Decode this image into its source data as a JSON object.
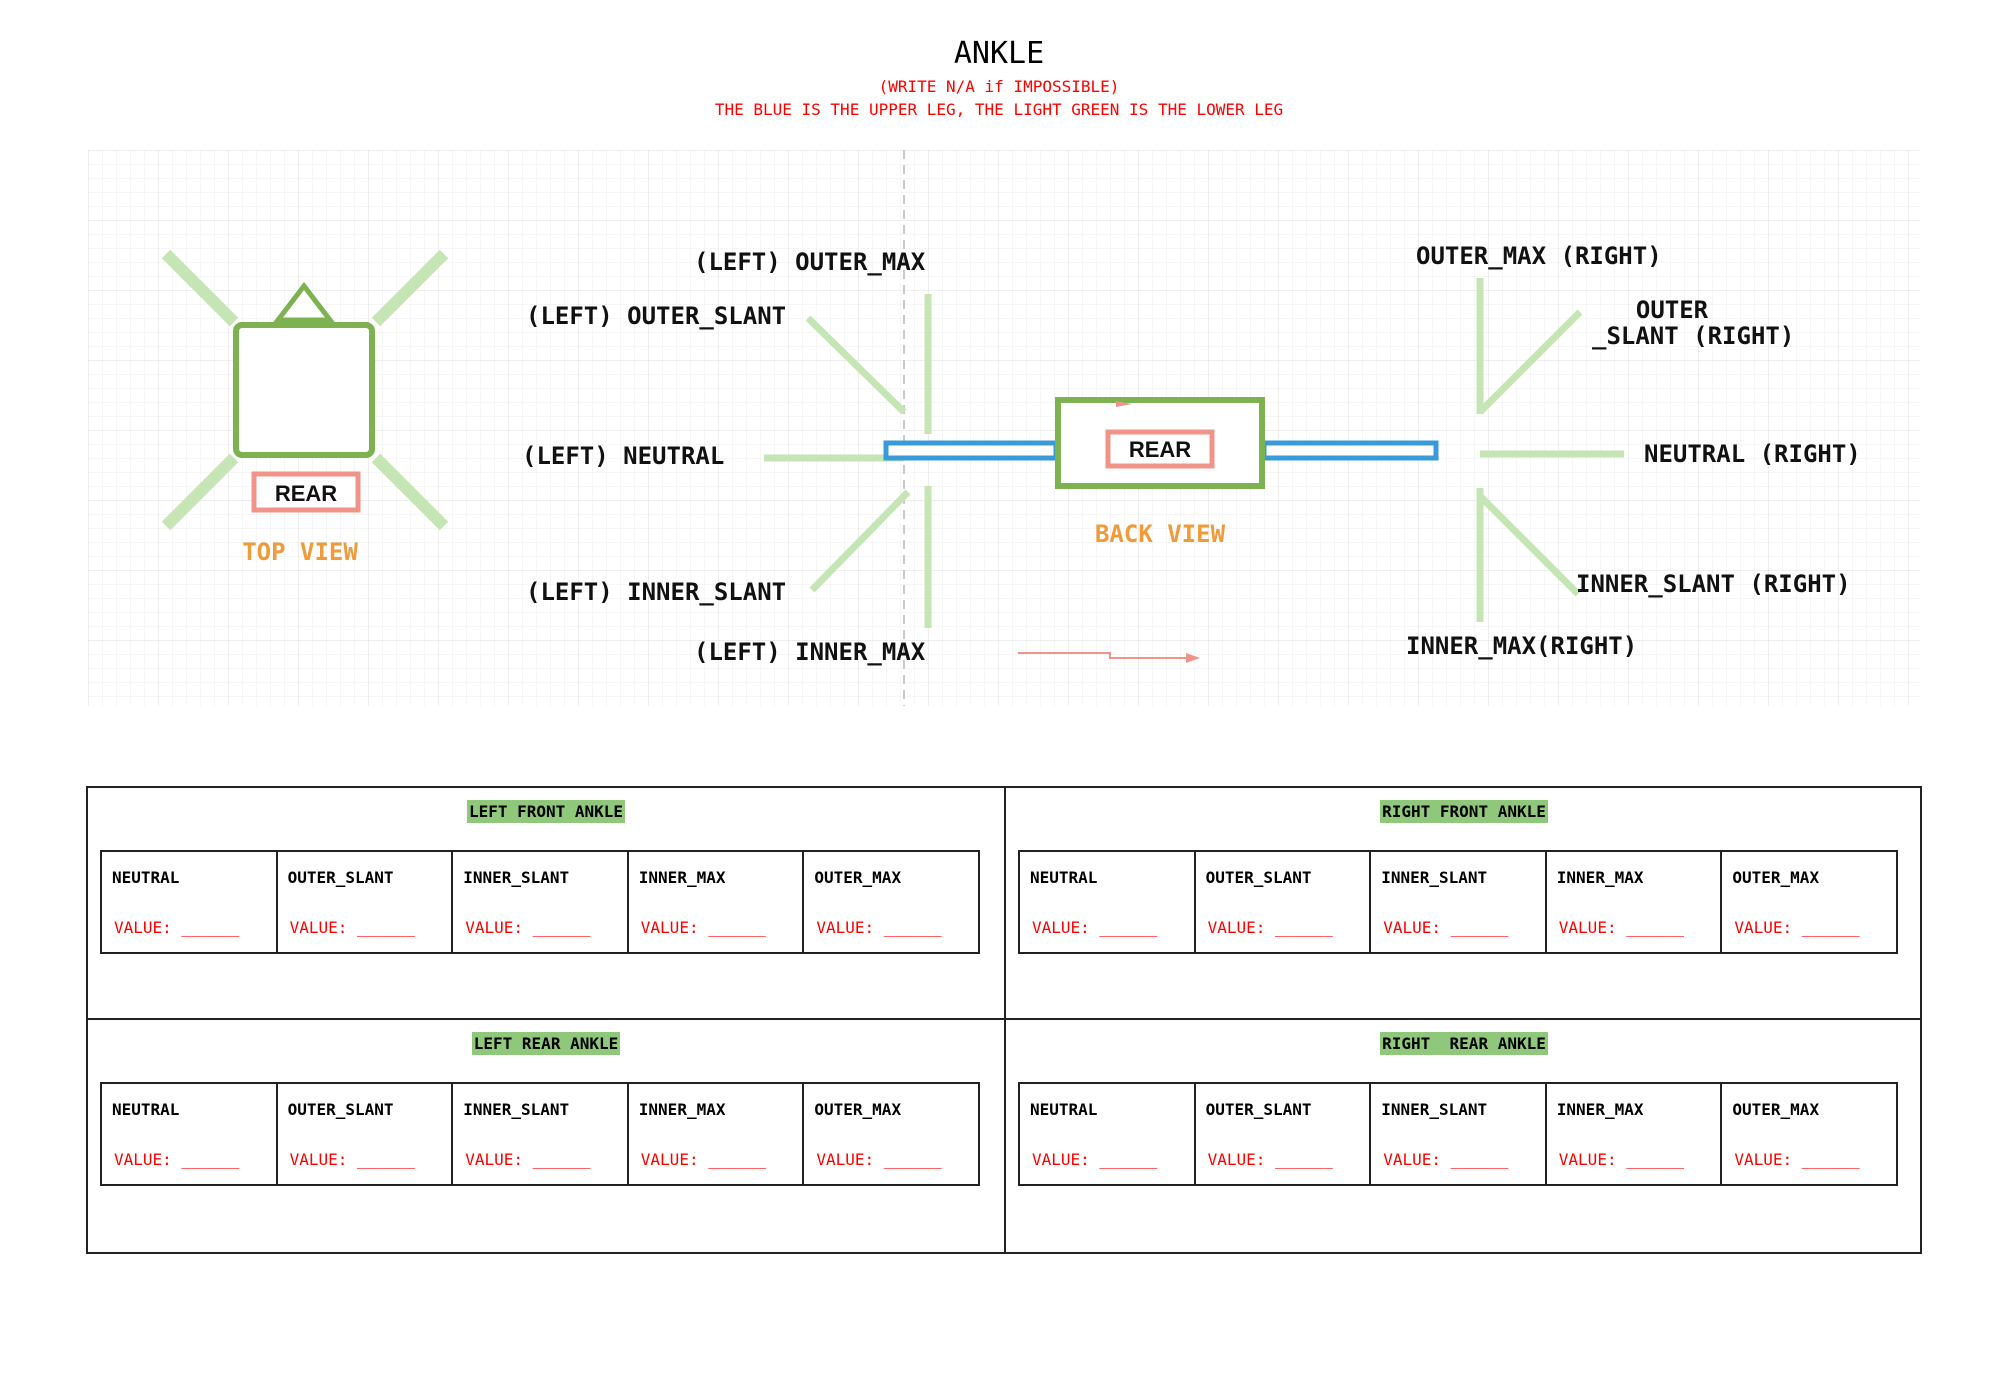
{
  "header": {
    "title": "ANKLE",
    "note": "(WRITE N/A if IMPOSSIBLE)",
    "legend_note": "THE BLUE IS THE UPPER LEG, THE LIGHT GREEN IS THE LOWER LEG"
  },
  "top_view": {
    "rear_label": "REAR",
    "view_label": "TOP VIEW"
  },
  "back_view": {
    "rear_label": "REAR",
    "view_label": "BACK VIEW",
    "left_labels": {
      "outer_max": "(LEFT) OUTER_MAX",
      "outer_slant": "(LEFT) OUTER_SLANT",
      "neutral": "(LEFT) NEUTRAL",
      "inner_slant": "(LEFT) INNER_SLANT",
      "inner_max": "(LEFT) INNER_MAX"
    },
    "right_labels": {
      "outer_max": "OUTER_MAX (RIGHT)",
      "outer_slant_line1": "OUTER",
      "outer_slant_line2": "_SLANT (RIGHT)",
      "neutral": "NEUTRAL (RIGHT)",
      "inner_slant": "INNER_SLANT (RIGHT)",
      "inner_max": "INNER_MAX(RIGHT)"
    }
  },
  "colors": {
    "upper_leg": "#3a9ad9",
    "lower_leg": "#c5e6b4",
    "body": "#7cb24f",
    "rear_box": "#f0948a",
    "view_label": "#ef9b3a",
    "note": "#ff0000",
    "panel_title_bg": "#8fc77b"
  },
  "panels": [
    {
      "title": "LEFT FRONT ANKLE",
      "cells": [
        {
          "name": "NEUTRAL",
          "value": "VALUE: ______"
        },
        {
          "name": "OUTER_SLANT",
          "value": "VALUE: ______"
        },
        {
          "name": "INNER_SLANT",
          "value": "VALUE: ______"
        },
        {
          "name": "INNER_MAX",
          "value": "VALUE: ______"
        },
        {
          "name": "OUTER_MAX",
          "value": "VALUE: ______"
        }
      ]
    },
    {
      "title": "RIGHT FRONT ANKLE",
      "cells": [
        {
          "name": "NEUTRAL",
          "value": "VALUE: ______"
        },
        {
          "name": "OUTER_SLANT",
          "value": "VALUE: ______"
        },
        {
          "name": "INNER_SLANT",
          "value": "VALUE: ______"
        },
        {
          "name": "INNER_MAX",
          "value": "VALUE: ______"
        },
        {
          "name": "OUTER_MAX",
          "value": "VALUE: ______"
        }
      ]
    },
    {
      "title": "LEFT REAR ANKLE",
      "cells": [
        {
          "name": "NEUTRAL",
          "value": "VALUE: ______"
        },
        {
          "name": "OUTER_SLANT",
          "value": "VALUE: ______"
        },
        {
          "name": "INNER_SLANT",
          "value": "VALUE: ______"
        },
        {
          "name": "INNER_MAX",
          "value": "VALUE: ______"
        },
        {
          "name": "OUTER_MAX",
          "value": "VALUE: ______"
        }
      ]
    },
    {
      "title": "RIGHT  REAR ANKLE",
      "cells": [
        {
          "name": "NEUTRAL",
          "value": "VALUE: ______"
        },
        {
          "name": "OUTER_SLANT",
          "value": "VALUE: ______"
        },
        {
          "name": "INNER_SLANT",
          "value": "VALUE: ______"
        },
        {
          "name": "INNER_MAX",
          "value": "VALUE: ______"
        },
        {
          "name": "OUTER_MAX",
          "value": "VALUE: ______"
        }
      ]
    }
  ]
}
